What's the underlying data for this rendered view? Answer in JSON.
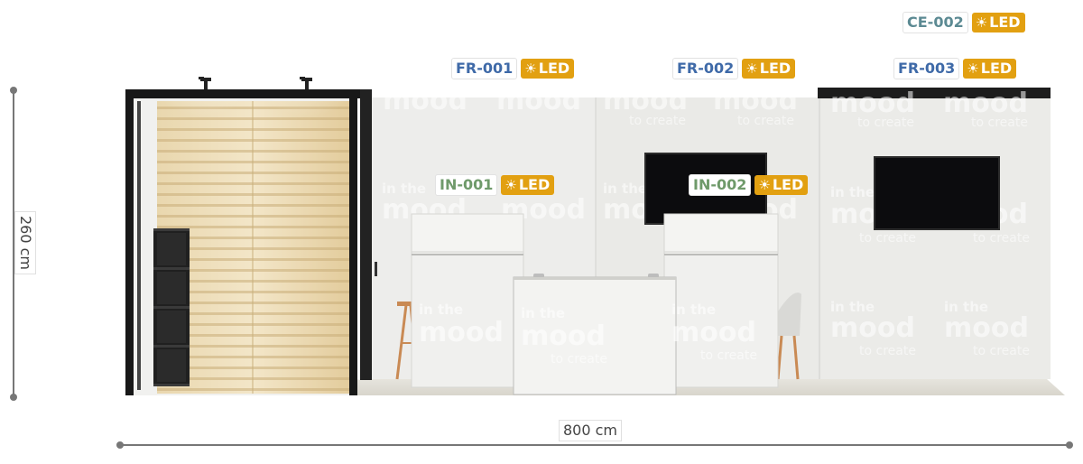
{
  "dimensions": {
    "width_label": "800 cm",
    "height_label": "260 cm"
  },
  "colors": {
    "led_badge": "#e2a011",
    "frame_code": "#3f6aa8",
    "inline_code": "#6f9a6a",
    "ceiling_code": "#5c8a93",
    "frame_black": "#1a1a1a",
    "panel_wall": "#ececea",
    "wood_slat": "#e7d3a8"
  },
  "graphics_text": {
    "line1": "in the",
    "line2": "mood",
    "line3": "to create"
  },
  "tags": [
    {
      "code": "CE-002",
      "led": "LED",
      "icon": "sun-icon",
      "kind": "ceiling"
    },
    {
      "code": "FR-001",
      "led": "LED",
      "icon": "sun-icon",
      "kind": "frame"
    },
    {
      "code": "FR-002",
      "led": "LED",
      "icon": "sun-icon",
      "kind": "frame"
    },
    {
      "code": "FR-003",
      "led": "LED",
      "icon": "sun-icon",
      "kind": "frame"
    },
    {
      "code": "IN-001",
      "led": "LED",
      "icon": "sun-icon",
      "kind": "inline"
    },
    {
      "code": "IN-002",
      "led": "LED",
      "icon": "sun-icon",
      "kind": "inline"
    }
  ]
}
